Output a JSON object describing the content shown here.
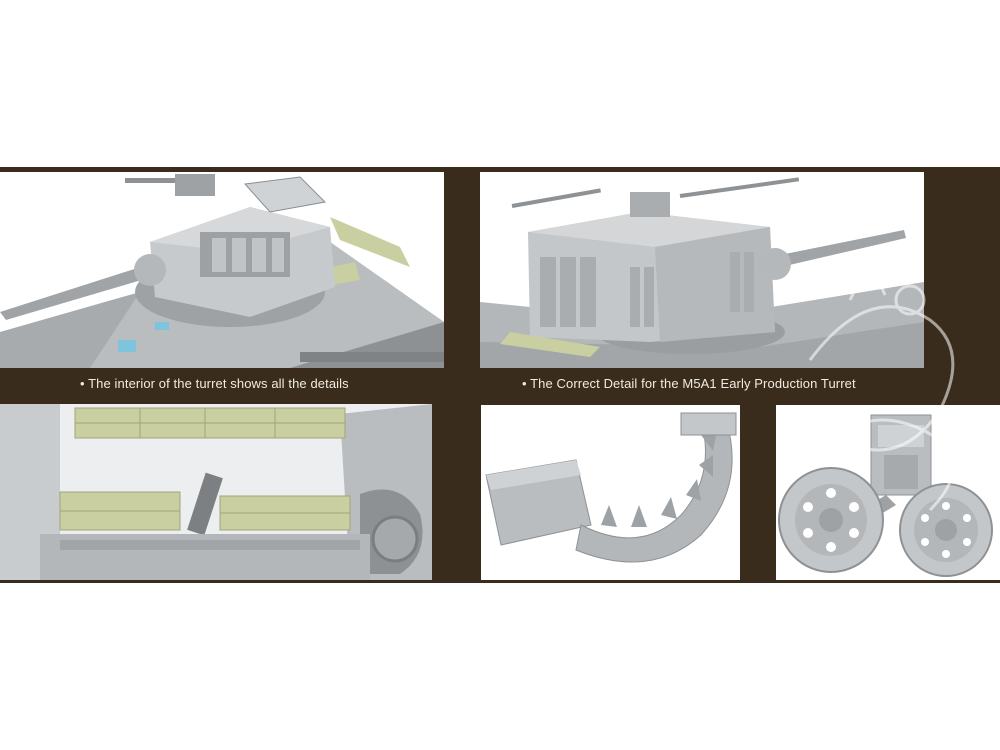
{
  "captions": {
    "turret_interior": "• The interior of the turret shows all the details",
    "turret_correct_detail": "• The Correct Detail for the M5A1 Early Production Turret"
  },
  "panels": [
    {
      "name": "turret-interior-render",
      "subject": "open turret model render"
    },
    {
      "name": "turret-exterior-render",
      "subject": "M5A1 turret model render"
    },
    {
      "name": "hull-interior-render",
      "subject": "hull interior with ammunition racks"
    },
    {
      "name": "track-links-render",
      "subject": "track link sections"
    },
    {
      "name": "suspension-bogie-render",
      "subject": "suspension bogie with road wheels"
    }
  ],
  "colors": {
    "banner_background": "#3a2c1c",
    "caption_text": "#f0ebe2",
    "model_grey": "#b9bdbf",
    "photo_etch_green": "#c9cfa0"
  }
}
